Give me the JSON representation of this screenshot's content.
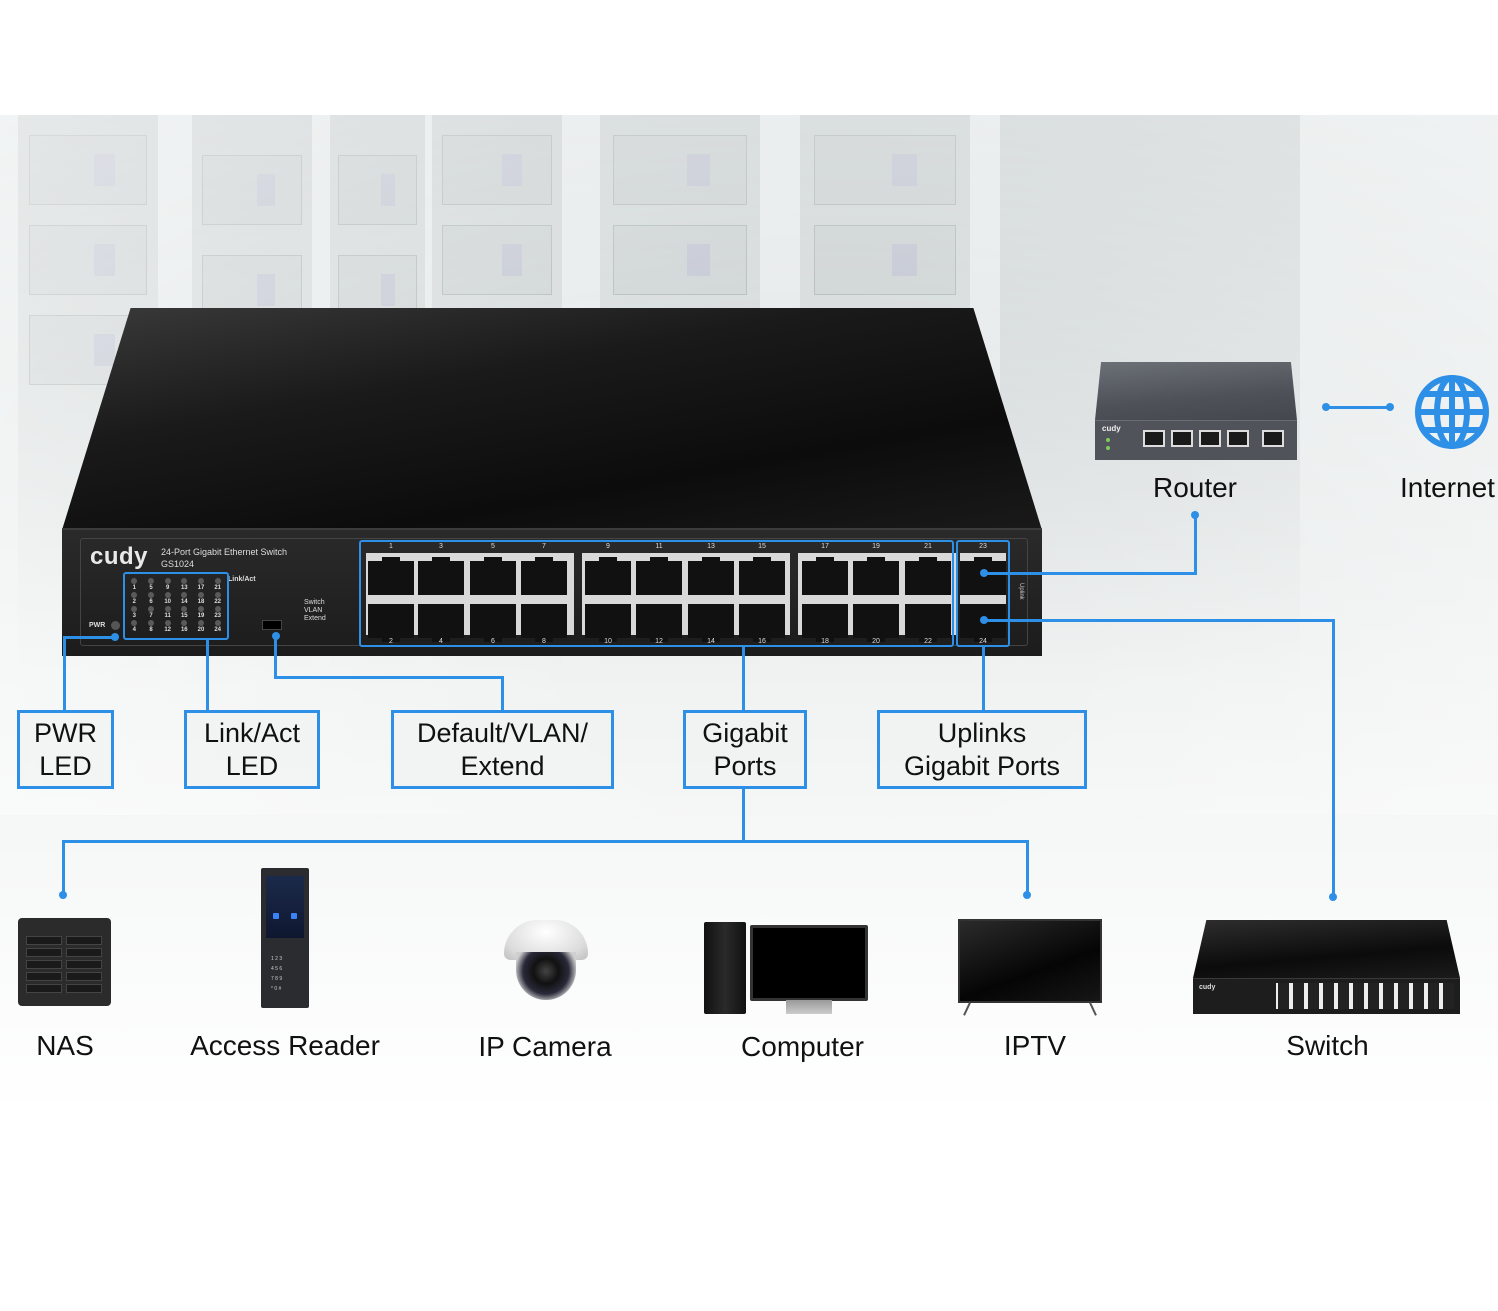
{
  "diagram": {
    "title": "Cudy GS1024 24-Port Gigabit Ethernet Switch application diagram",
    "accent_color": "#2d8fe6"
  },
  "switch": {
    "brand": "cudy",
    "model_line": "24-Port Gigabit Ethernet Switch",
    "model_code": "GS1024",
    "link_act_label": "Link/Act",
    "pwr_label": "PWR",
    "mode_labels": [
      "Switch",
      "VLAN",
      "Extend"
    ],
    "uplink_tag": "Uplink",
    "led_numbers": [
      "1",
      "5",
      "9",
      "13",
      "17",
      "21",
      "2",
      "6",
      "10",
      "14",
      "18",
      "22",
      "3",
      "7",
      "11",
      "15",
      "19",
      "23",
      "4",
      "8",
      "12",
      "16",
      "20",
      "24"
    ],
    "top_port_numbers": [
      "1",
      "3",
      "5",
      "7",
      "9",
      "11",
      "13",
      "15",
      "17",
      "19",
      "21",
      "23"
    ],
    "bottom_port_numbers": [
      "2",
      "4",
      "6",
      "8",
      "10",
      "12",
      "14",
      "16",
      "18",
      "20",
      "22",
      "24"
    ]
  },
  "callouts": [
    {
      "id": "pwr-led",
      "text": "PWR\nLED"
    },
    {
      "id": "link-act-led",
      "text": "Link/Act\nLED"
    },
    {
      "id": "mode-switch",
      "text": "Default/VLAN/\nExtend"
    },
    {
      "id": "gigabit-ports",
      "text": "Gigabit\nPorts"
    },
    {
      "id": "uplink-ports",
      "text": "Uplinks\nGigabit Ports"
    }
  ],
  "upstream": {
    "router": {
      "label": "Router",
      "brand": "cudy",
      "icon": "router-icon"
    },
    "internet": {
      "label": "Internet",
      "icon": "globe-icon"
    }
  },
  "devices": [
    {
      "label": "NAS",
      "icon": "nas-icon"
    },
    {
      "label": "Access Reader",
      "icon": "access-reader-icon"
    },
    {
      "label": "IP Camera",
      "icon": "ip-camera-icon"
    },
    {
      "label": "Computer",
      "icon": "computer-icon"
    },
    {
      "label": "IPTV",
      "icon": "tv-icon"
    },
    {
      "label": "Switch",
      "icon": "switch-icon",
      "brand": "cudy"
    }
  ]
}
